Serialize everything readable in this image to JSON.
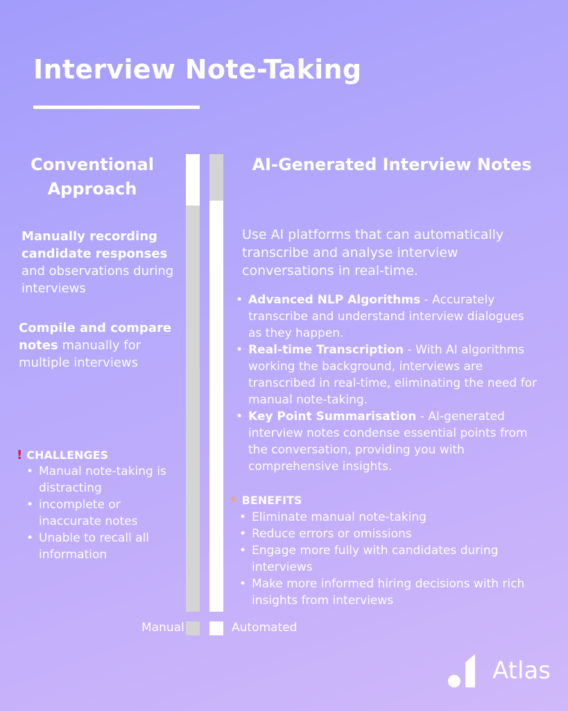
{
  "header": {
    "title": "Interview Note-Taking"
  },
  "left": {
    "title": "Conventional Approach",
    "point1": {
      "bold": "Manually recording candidate responses",
      "rest": " and observations during interviews"
    },
    "point2": {
      "bold": "Compile and compare notes",
      "rest": " manually for multiple interviews"
    },
    "challenges": {
      "icon": "exclamation-icon",
      "icon_glyph": "❗",
      "heading": "CHALLENGES",
      "items": [
        "Manual note-taking is distracting",
        "incomplete or inaccurate notes",
        "Unable to recall all information"
      ]
    }
  },
  "right": {
    "title": "AI-Generated Interview Notes",
    "intro": "Use AI platforms that can automatically transcribe and analyse interview conversations in real-time.",
    "features": [
      {
        "bold": "Advanced NLP Algorithms",
        "rest": " - Accurately transcribe and understand interview dialogues as they happen."
      },
      {
        "bold": "Real-time Transcription",
        "rest": " - With AI algorithms working the background, interviews are transcribed in real-time, eliminating the need for manual note-taking."
      },
      {
        "bold": "Key Point Summarisation",
        "rest": " - AI-generated interview notes condense essential points from the conversation, providing you with comprehensive insights."
      }
    ],
    "benefits": {
      "icon": "lightning-icon",
      "icon_glyph": "⚡",
      "heading": "BENEFITS",
      "items": [
        "Eliminate manual note-taking",
        "Reduce errors or omissions",
        "Engage more fully with candidates during interviews",
        "Make more informed hiring decisions with rich insights from interviews"
      ]
    }
  },
  "legend": {
    "manual": {
      "label": "Manual",
      "color": "#d4d4d4"
    },
    "automated": {
      "label": "Automated",
      "color": "#ffffff"
    }
  },
  "brand": {
    "name": "Atlas"
  },
  "colors": {
    "bg_start": "#a29cfb",
    "bg_end": "#d0b8fa",
    "challenge_icon": "#d81b3a",
    "benefit_icon": "#ff9d3a"
  }
}
